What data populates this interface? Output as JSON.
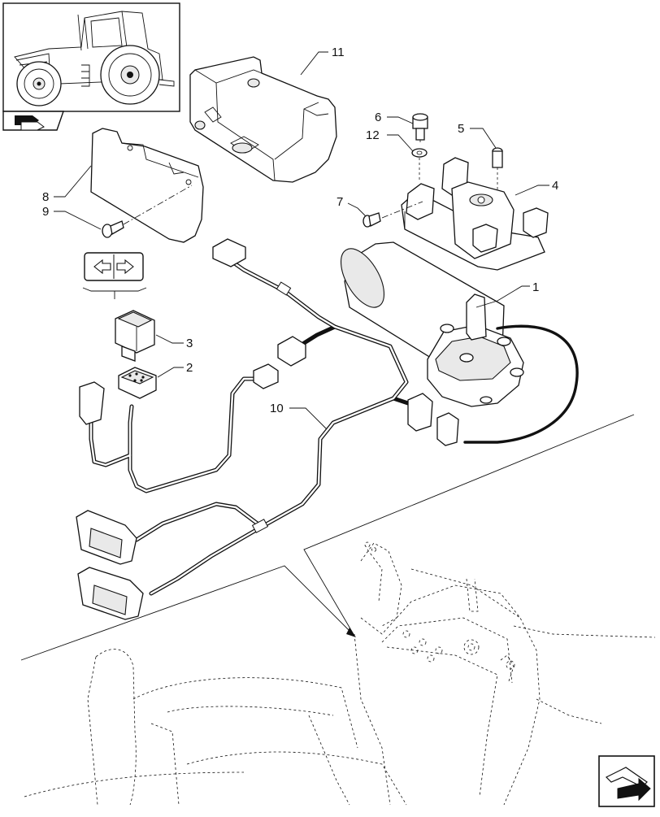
{
  "diagram": {
    "callouts": [
      {
        "id": "c1",
        "label": "1"
      },
      {
        "id": "c2",
        "label": "2"
      },
      {
        "id": "c3",
        "label": "3"
      },
      {
        "id": "c4",
        "label": "4"
      },
      {
        "id": "c5",
        "label": "5"
      },
      {
        "id": "c6",
        "label": "6"
      },
      {
        "id": "c7",
        "label": "7"
      },
      {
        "id": "c8",
        "label": "8"
      },
      {
        "id": "c9",
        "label": "9"
      },
      {
        "id": "c10",
        "label": "10"
      },
      {
        "id": "c11",
        "label": "11"
      },
      {
        "id": "c12",
        "label": "12"
      }
    ]
  },
  "icons": {
    "thumbnail": "tractor-thumbnail",
    "section_badge": "book-arrow-icon",
    "switch_symbol": "direction-arrows-icon",
    "next_page": "next-page-arrow-icon"
  }
}
